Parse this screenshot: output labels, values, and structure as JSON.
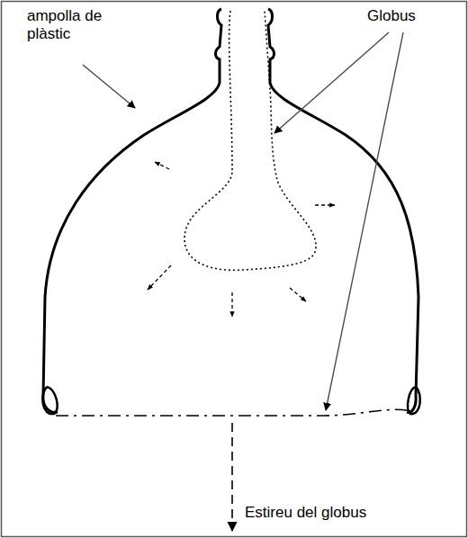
{
  "diagram": {
    "labels": [
      "ampolla de plàstic",
      "Globus",
      "Estireu del globus"
    ]
  }
}
